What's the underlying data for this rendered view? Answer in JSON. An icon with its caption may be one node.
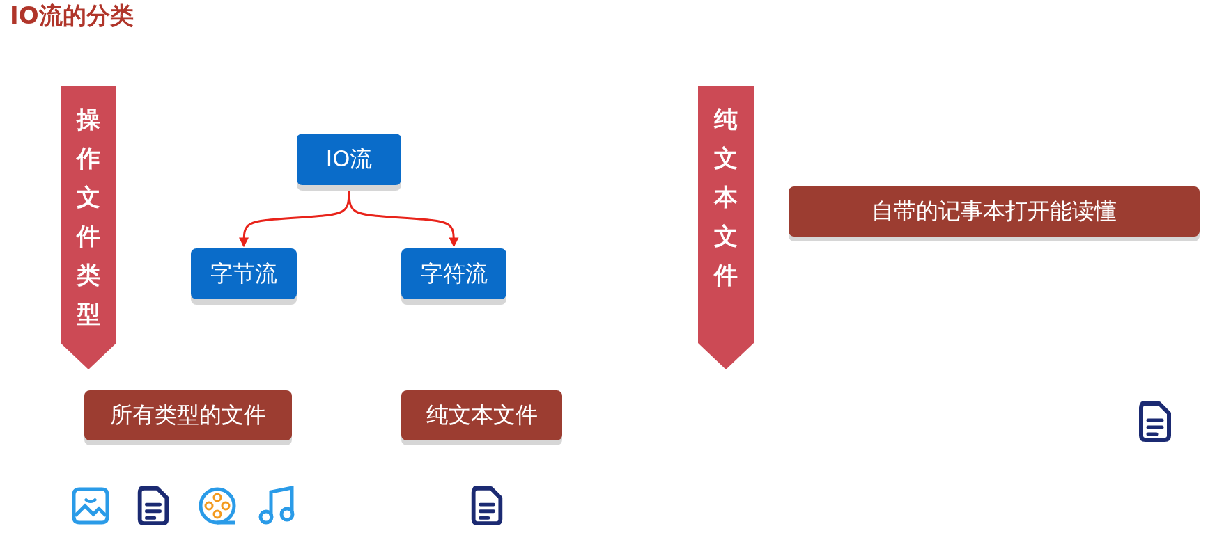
{
  "diagram": {
    "title": "IO流的分类",
    "nodes": [
      {
        "text": [
          "操作文件类型"
        ]
      },
      {
        "text": [
          "IO流"
        ]
      },
      {
        "text": [
          "字节流"
        ]
      },
      {
        "text": [
          "字符流"
        ]
      },
      {
        "text": [
          "所有类型的文件"
        ]
      },
      {
        "text": [
          "纯文本文件"
        ]
      },
      {
        "text": [
          "纯文本文件"
        ]
      },
      {
        "text": [
          "自带的记事本打开能读懂"
        ]
      }
    ],
    "edges": [
      {
        "from": 1,
        "to": 2,
        "arrow": "to"
      },
      {
        "from": 1,
        "to": 3,
        "arrow": "to"
      }
    ]
  }
}
